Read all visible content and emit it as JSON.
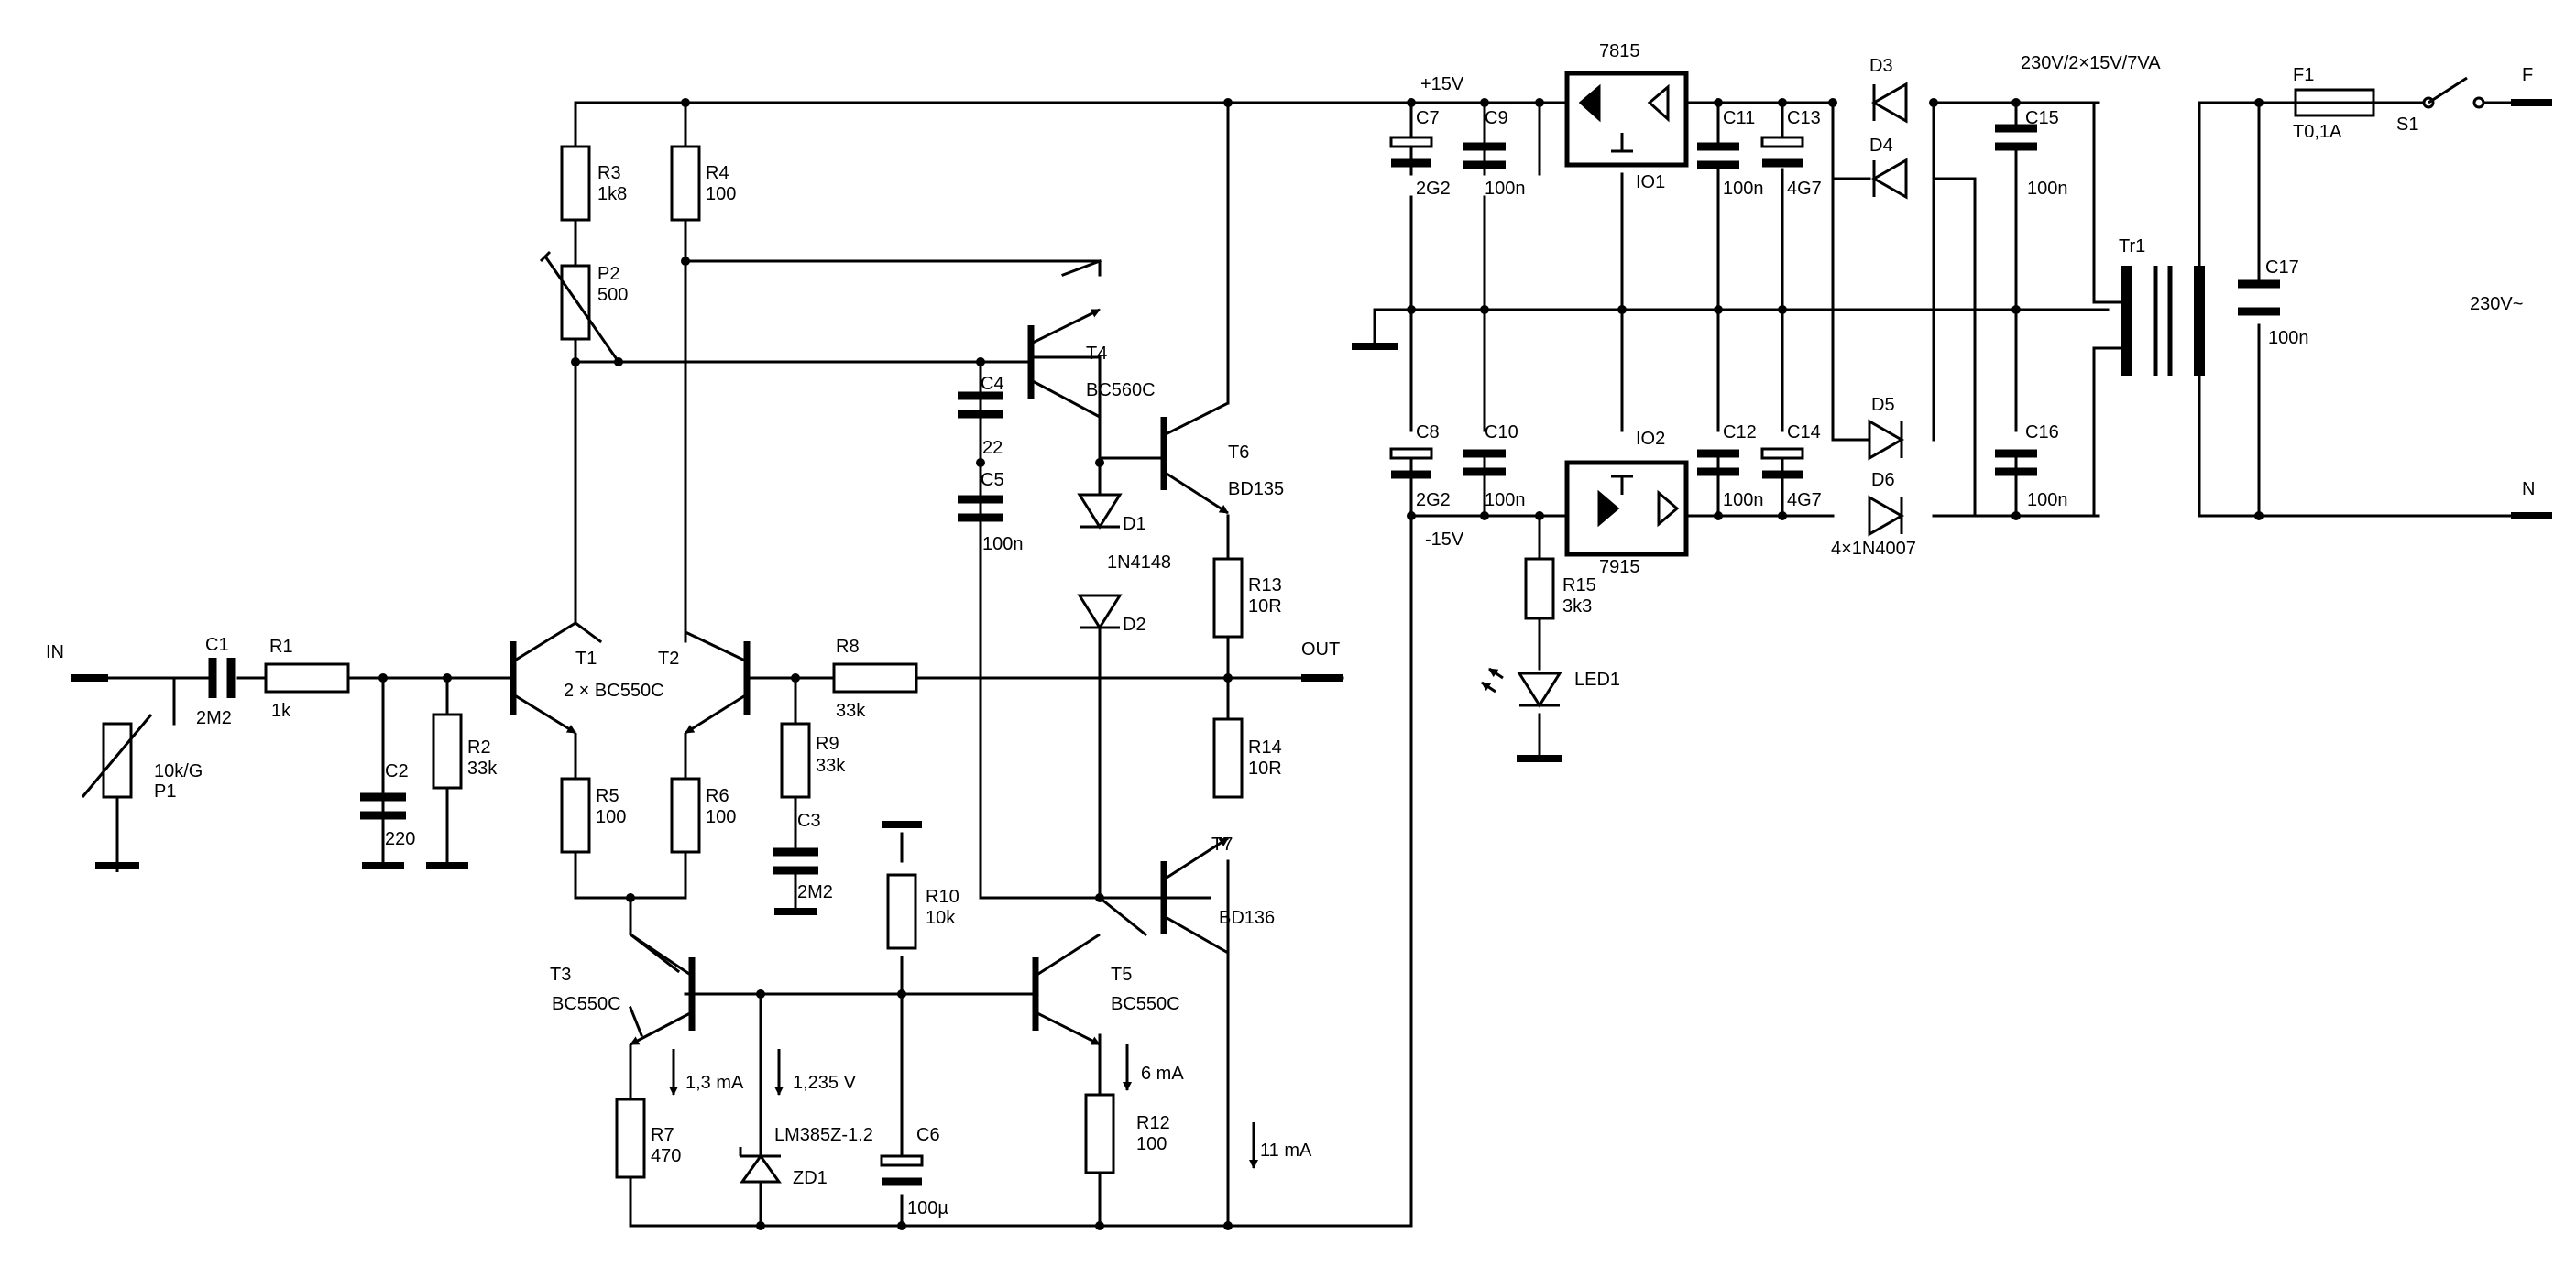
{
  "colors": {
    "ink": "#000000",
    "paper": "#ffffff"
  },
  "labels": {
    "in": "IN",
    "out": "OUT",
    "c1": "C1",
    "c1_val": "2M2",
    "r1": "R1",
    "r1_val": "1k",
    "p1_val": "10k/G",
    "p1": "P1",
    "c2": "C2",
    "c2_val": "220",
    "r2": "R2",
    "r2_val": "33k",
    "t1": "T1",
    "t2": "T2",
    "t12_val": "2 × BC550C",
    "r3": "R3",
    "r3_val": "1k8",
    "r4": "R4",
    "r4_val": "100",
    "p2": "P2",
    "p2_val": "500",
    "r5": "R5",
    "r5_val": "100",
    "r6": "R6",
    "r6_val": "100",
    "r8": "R8",
    "r8_val": "33k",
    "r9": "R9",
    "r9_val": "33k",
    "c3": "C3",
    "c3_val": "2M2",
    "t3": "T3",
    "t3_val": "BC550C",
    "r7": "R7",
    "r7_val": "470",
    "i13": "1,3 mA",
    "v1235": "1,235 V",
    "zd1_type": "LM385Z-1.2",
    "zd1": "ZD1",
    "r10": "R10",
    "r10_val": "10k",
    "c6": "C6",
    "c6_val": "100µ",
    "t5": "T5",
    "t5_val": "BC550C",
    "i6": "6 mA",
    "r12": "R12",
    "r12_val": "100",
    "c4": "C4",
    "c4_val": "22",
    "c5": "C5",
    "c5_val": "100n",
    "t4": "T4",
    "t4_val": "BC560C",
    "d1": "D1",
    "d1_val": "1N4148",
    "d2": "D2",
    "t6": "T6",
    "t6_val": "BD135",
    "r13": "R13",
    "r13_val": "10R",
    "r14": "R14",
    "r14_val": "10R",
    "t7": "T7",
    "t7_val": "BD136",
    "i11": "11 mA",
    "p15": "+15V",
    "m15": "-15V",
    "c7": "C7",
    "c7_val": "2G2",
    "c9": "C9",
    "c9_val": "100n",
    "c8": "C8",
    "c8_val": "2G2",
    "c10": "C10",
    "c10_val": "100n",
    "reg1_type": "7815",
    "io1": "IO1",
    "io2": "IO2",
    "reg2_type": "7915",
    "r15": "R15",
    "r15_val": "3k3",
    "led1": "LED1",
    "c11": "C11",
    "c11_val": "100n",
    "c13": "C13",
    "c13_val": "4G7",
    "c12": "C12",
    "c12_val": "100n",
    "c14": "C14",
    "c14_val": "4G7",
    "d3": "D3",
    "d4": "D4",
    "d5": "D5",
    "d6": "D6",
    "d_val": "4×1N4007",
    "c15": "C15",
    "c15_val": "100n",
    "c16": "C16",
    "c16_val": "100n",
    "tr_spec": "230V/2×15V/7VA",
    "tr1": "Tr1",
    "c17": "C17",
    "c17_val": "100n",
    "f1": "F1",
    "f1_val": "T0,1A",
    "s1": "S1",
    "mains_f": "F",
    "mains_n": "N",
    "mains_v": "230V~"
  }
}
